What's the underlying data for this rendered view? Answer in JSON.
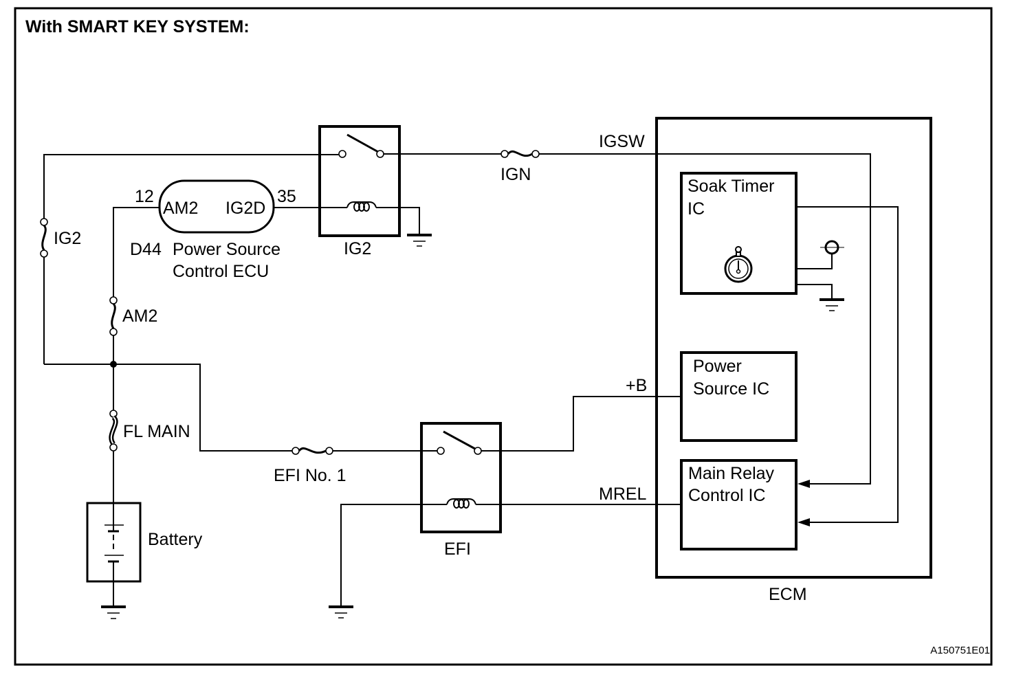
{
  "title": "With SMART KEY SYSTEM:",
  "figure_id": "A150751E01",
  "colors": {
    "line": "#000000",
    "background": "#ffffff"
  },
  "fuses": {
    "ig2": "IG2",
    "am2": "AM2",
    "fl_main": "FL MAIN",
    "ign": "IGN",
    "efi_no1": "EFI No. 1"
  },
  "power_source_ecu": {
    "connector": "D44",
    "name_line1": "Power Source",
    "name_line2": "Control ECU",
    "pin_left_number": "12",
    "pin_left_label": "AM2",
    "pin_right_number": "35",
    "pin_right_label": "IG2D"
  },
  "relays": {
    "ig2": "IG2",
    "efi": "EFI"
  },
  "battery": "Battery",
  "ecm": {
    "label": "ECM",
    "terminals": {
      "igsw": "IGSW",
      "plus_b": "+B",
      "mrel": "MREL"
    },
    "soak_timer_line1": "Soak Timer",
    "soak_timer_line2": "IC",
    "power_source_line1": "Power",
    "power_source_line2": "Source IC",
    "main_relay_line1": "Main Relay",
    "main_relay_line2": "Control IC"
  }
}
